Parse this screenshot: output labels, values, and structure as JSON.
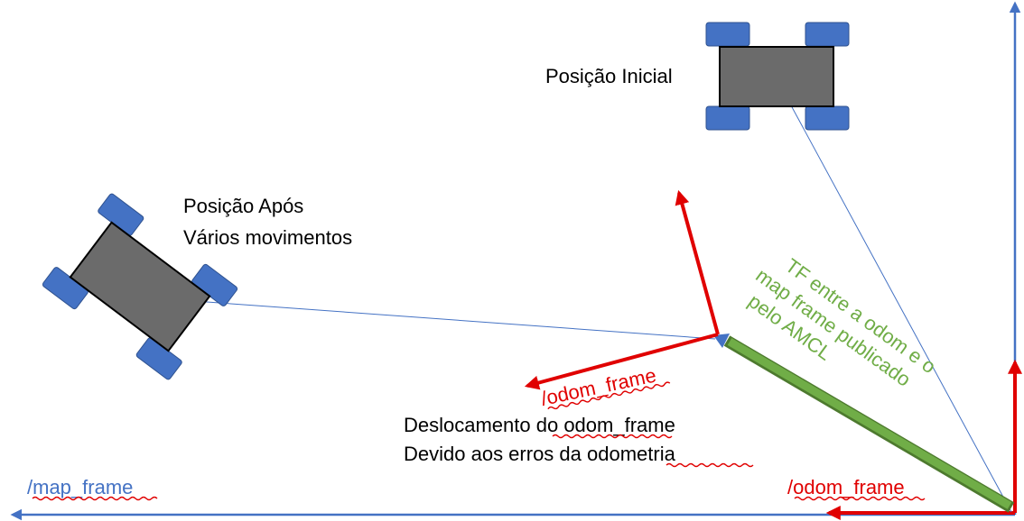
{
  "labels": {
    "initial_position": "Posição Inicial",
    "after_position_line1": "Posição Após",
    "after_position_line2": "Vários movimentos",
    "odom_frame_rotated": "/odom_frame",
    "odom_frame_origin": "/odom_frame",
    "map_frame": "/map_frame",
    "displacement_line1": "Deslocamento do odom_frame",
    "displacement_line2": "Devido aos erros da odometria",
    "tf_line1": "TF entre a odom e o",
    "tf_line2": "map frame publicado",
    "tf_line3": "pelo AMCL"
  },
  "colors": {
    "map_axis": "#4472c4",
    "odom_axis": "#e00000",
    "tf_arrow": "#70ad47",
    "tf_text": "#70ad47",
    "robot_body": "#6b6b6b",
    "robot_wheel": "#4472c4",
    "robot_outline": "#000000",
    "link_line": "#4472c4",
    "spell_squiggle": "#e00000",
    "text": "#000000"
  }
}
